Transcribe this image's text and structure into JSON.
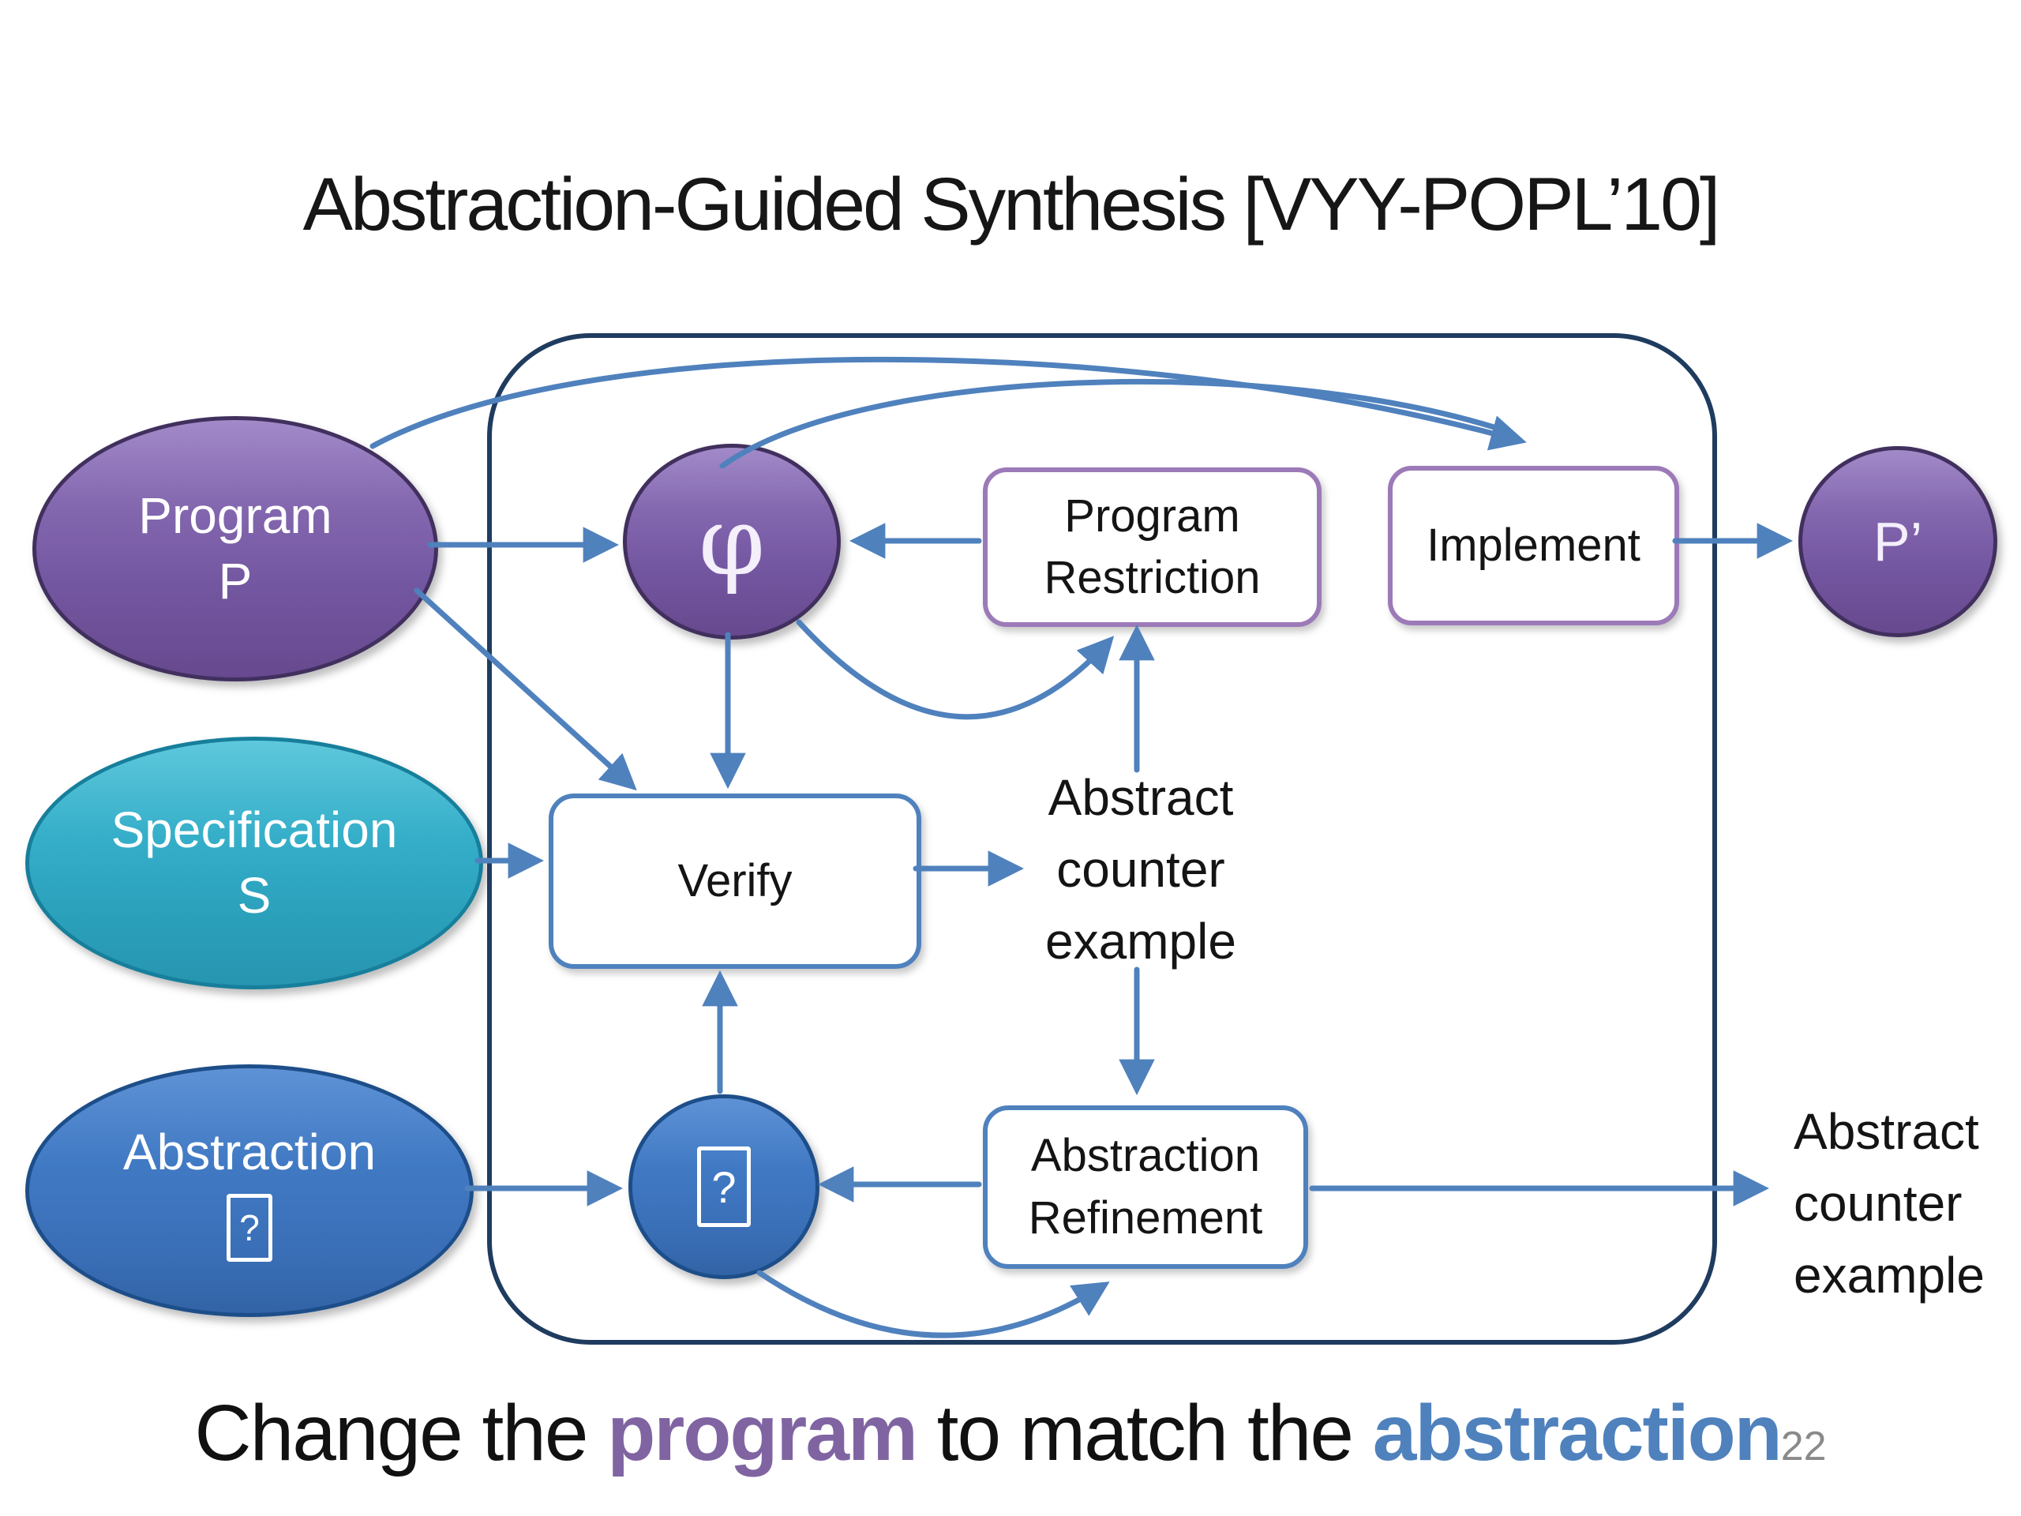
{
  "slide": {
    "title": "Abstraction-Guided Synthesis [VYY-POPL’10]",
    "page_number": "22",
    "caption": {
      "part1": "Change the ",
      "highlight_program": "program",
      "part2": " to match the ",
      "highlight_abstraction": "abstraction"
    }
  },
  "nodes": {
    "program": {
      "line1": "Program",
      "line2": "P"
    },
    "specification": {
      "line1": "Specification",
      "line2": "S"
    },
    "abstraction": {
      "line1": "Abstraction",
      "missing_glyph": "?"
    },
    "phi": {
      "symbol": "φ"
    },
    "alpha": {
      "missing_glyph": "?"
    },
    "p_prime": {
      "symbol": "P’"
    },
    "program_restriction": {
      "line1": "Program",
      "line2": "Restriction"
    },
    "implement": {
      "label": "Implement"
    },
    "verify": {
      "label": "Verify"
    },
    "abstraction_refinement": {
      "line1": "Abstraction",
      "line2": "Refinement"
    },
    "abstract_counterexample_middle": {
      "line1": "Abstract",
      "line2": "counter",
      "line3": "example"
    },
    "abstract_counterexample_right": {
      "line1": "Abstract",
      "line2": "counter",
      "line3": "example"
    }
  },
  "colors": {
    "arrow_blue": "#4f81bd",
    "frame_navy": "#1f3c5f",
    "purple_fill": "#7b5ea8",
    "purple_border": "#41305e",
    "teal_fill": "#2fa9c4",
    "teal_border": "#177f9b",
    "blue_fill": "#3f76c0",
    "blue_border": "#1d4e89",
    "purple_box_border": "#9c7ab8",
    "caption_program_color": "#8064a2",
    "caption_abstraction_color": "#4f81bd",
    "page_number_gray": "#8a8a8a"
  }
}
